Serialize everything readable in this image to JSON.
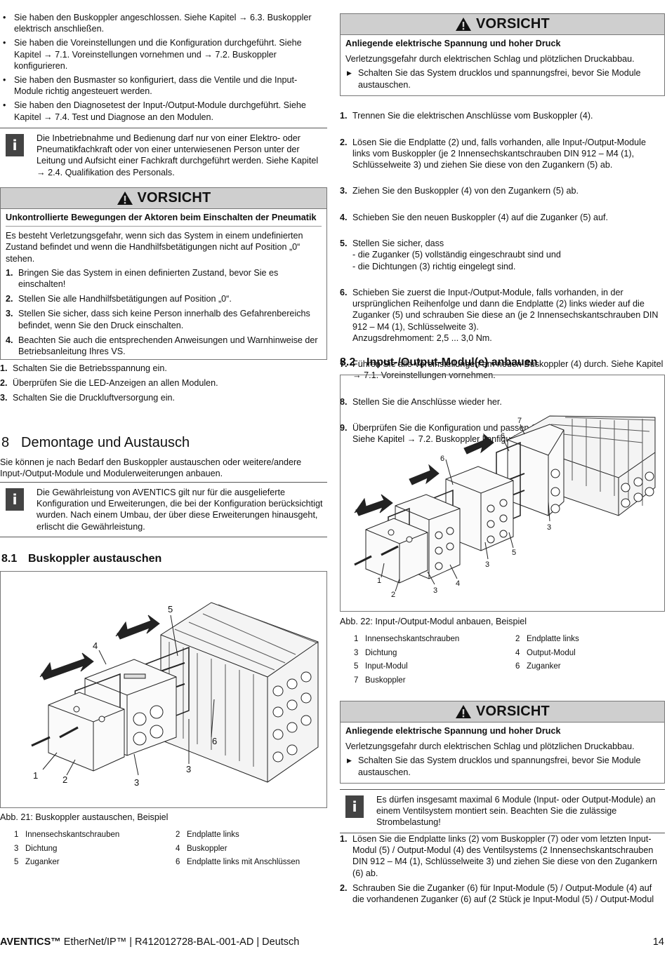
{
  "left": {
    "bullets": [
      "Sie haben den Buskoppler angeschlossen. Siehe Kapitel → 6.3. Buskoppler elektrisch anschließen.",
      "Sie haben die Voreinstellungen und die Konfiguration durchgeführt. Siehe Kapitel → 7.1. Voreinstellungen vornehmen und → 7.2. Buskoppler konfigurieren.",
      "Sie haben den Busmaster so konfiguriert, dass die Ventile und die Input-Module richtig angesteuert werden.",
      "Sie haben den Diagnosetest der Input-/Output-Module durchgeführt. Siehe Kapitel → 7.4. Test und Diagnose an den Modulen."
    ],
    "info1": "Die Inbetriebnahme und Bedienung darf nur von einer Elektro- oder Pneumatikfachkraft oder von einer unterwiesenen Person unter der Leitung und Aufsicht einer Fachkraft durchgeführt werden. Siehe Kapitel → 2.4. Qualifikation des Personals.",
    "warn1": {
      "head": "VORSICHT",
      "title": "Unkontrollierte Bewegungen der Aktoren beim Einschalten der Pneumatik",
      "text": "Es besteht Verletzungsgefahr, wenn sich das System in einem undefinierten Zustand befindet und wenn die Handhilfsbetätigungen nicht auf Position „0“ stehen.",
      "steps": [
        {
          "n": "1.",
          "t": "Bringen Sie das System in einen definierten Zustand, bevor Sie es einschalten!"
        },
        {
          "n": "2.",
          "t": "Stellen Sie alle Handhilfsbetätigungen auf Position „0“."
        },
        {
          "n": "3.",
          "t": "Stellen Sie sicher, dass sich keine Person innerhalb des Gefahrenbereichs befindet, wenn Sie den Druck einschalten."
        },
        {
          "n": "4.",
          "t": "Beachten Sie auch die entsprechenden Anweisungen und Warnhinweise der Betriebsanleitung Ihres VS."
        }
      ]
    },
    "steps": [
      {
        "n": "1.",
        "t": "Schalten Sie die Betriebsspannung ein."
      },
      {
        "n": "2.",
        "t": "Überprüfen Sie die LED-Anzeigen an allen Modulen."
      },
      {
        "n": "3.",
        "t": "Schalten Sie die Druckluftversorgung ein."
      }
    ],
    "chapter": {
      "num": "8",
      "title": "Demontage und Austausch"
    },
    "chapter_intro": "Sie können je nach Bedarf den Buskoppler austauschen oder weitere/andere Input-/Output-Module und Modulerweiterungen anbauen.",
    "info2": "Die Gewährleistung von AVENTICS gilt nur für die ausgelieferte Konfiguration und Erweiterungen, die bei der Konfiguration berücksichtigt wurden. Nach einem Umbau, der über diese Erweiterungen hinausgeht, erlischt die Gewährleistung.",
    "sec81": {
      "num": "8.1",
      "title": "Buskoppler austauschen"
    },
    "fig21": {
      "caption": "Abb. 21: Buskoppler austauschen, Beispiel",
      "labels": [
        "1",
        "2",
        "3",
        "3",
        "4",
        "5",
        "6"
      ],
      "legend": [
        {
          "n": "1",
          "t": "Innensechskantschrauben"
        },
        {
          "n": "2",
          "t": "Endplatte links"
        },
        {
          "n": "3",
          "t": "Dichtung"
        },
        {
          "n": "4",
          "t": "Buskoppler"
        },
        {
          "n": "5",
          "t": "Zuganker"
        },
        {
          "n": "6",
          "t": "Endplatte links mit Anschlüssen"
        }
      ]
    }
  },
  "right": {
    "warn2": {
      "head": "VORSICHT",
      "title": "Anliegende elektrische Spannung und hoher Druck",
      "text": "Verletzungsgefahr durch elektrischen Schlag und plötzlichen Druckabbau.",
      "action": "Schalten Sie das System drucklos und spannungsfrei, bevor Sie Module austauschen."
    },
    "steps": [
      {
        "n": "1.",
        "t": "Trennen Sie die elektrischen Anschlüsse vom Buskoppler (4)."
      },
      {
        "n": "2.",
        "t": "Lösen Sie die Endplatte (2) und, falls vorhanden, alle Input-/Output-Module links vom Buskoppler (je 2 Innensechskantschrauben DIN 912 – M4 (1), Schlüsselweite 3) und ziehen Sie diese von den Zugankern (5) ab."
      },
      {
        "n": "3.",
        "t": "Ziehen Sie den Buskoppler (4) von den Zugankern (5) ab."
      },
      {
        "n": "4.",
        "t": "Schieben Sie den neuen Buskoppler (4) auf die Zuganker (5) auf."
      },
      {
        "n": "5.",
        "t": "Stellen Sie sicher, dass\n- die Zuganker (5) vollständig eingeschraubt sind und\n- die Dichtungen (3) richtig eingelegt sind."
      },
      {
        "n": "6.",
        "t": "Schieben Sie zuerst die Input-/Output-Module, falls vorhanden, in der ursprünglichen Reihenfolge und dann die Endplatte (2) links wieder auf die Zuganker (5) und schrauben Sie diese an (je 2 Innensechskantschrauben DIN 912 – M4 (1), Schlüsselweite 3).\nAnzugsdrehmoment: 2,5 ... 3,0 Nm."
      },
      {
        "n": "7.",
        "t": "Führen Sie alle Voreinstellungen am neuen Buskoppler (4) durch. Siehe Kapitel → 7.1. Voreinstellungen vornehmen."
      },
      {
        "n": "8.",
        "t": "Stellen Sie die Anschlüsse wieder her."
      },
      {
        "n": "9.",
        "t": "Überprüfen Sie die Konfiguration und passen Sie diese gegebenenfalls an. Siehe Kapitel → 7.2. Buskoppler konfigurieren."
      }
    ],
    "sec82": {
      "num": "8.2",
      "title": "Input-/Output-Modul(e) anbauen"
    },
    "fig22": {
      "caption": "Abb. 22: Input-/Output-Modul anbauen, Beispiel",
      "labels": [
        "7",
        "6",
        "6",
        "3",
        "5",
        "3",
        "4",
        "3",
        "1",
        "2"
      ],
      "legend": [
        {
          "n": "1",
          "t": "Innensechskantschrauben"
        },
        {
          "n": "2",
          "t": "Endplatte links"
        },
        {
          "n": "3",
          "t": "Dichtung"
        },
        {
          "n": "4",
          "t": "Output-Modul"
        },
        {
          "n": "5",
          "t": "Input-Modul"
        },
        {
          "n": "6",
          "t": "Zuganker"
        },
        {
          "n": "7",
          "t": "Buskoppler"
        }
      ]
    },
    "warn3": {
      "head": "VORSICHT",
      "title": "Anliegende elektrische Spannung und hoher Druck",
      "text": "Verletzungsgefahr durch elektrischen Schlag und plötzlichen Druckabbau.",
      "action": "Schalten Sie das System drucklos und spannungsfrei, bevor Sie Module austauschen."
    },
    "info3": "Es dürfen insgesamt maximal 6 Module (Input- oder Output-Module) an einem Ventilsystem montiert sein. Beachten Sie die zulässige Strombelastung!",
    "steps2": [
      {
        "n": "1.",
        "t": "Lösen Sie die Endplatte links (2) vom Buskoppler (7) oder vom letzten Input-Modul (5) / Output-Modul (4) des Ventilsystems (2 Innensechskantschrauben DIN 912 – M4 (1), Schlüsselweite 3) und ziehen Sie diese von den Zugankern (6) ab."
      },
      {
        "n": "2.",
        "t": "Schrauben Sie die Zuganker (6) für Input-Module (5) / Output-Module (4) auf die vorhandenen Zuganker (6) auf (2 Stück je Input-Modul (5) / Output-Modul"
      }
    ]
  },
  "footer": {
    "brand": "AVENTICS™",
    "text": " EtherNet/IP™ | R412012728-BAL-001-AD | Deutsch",
    "page": "14"
  }
}
